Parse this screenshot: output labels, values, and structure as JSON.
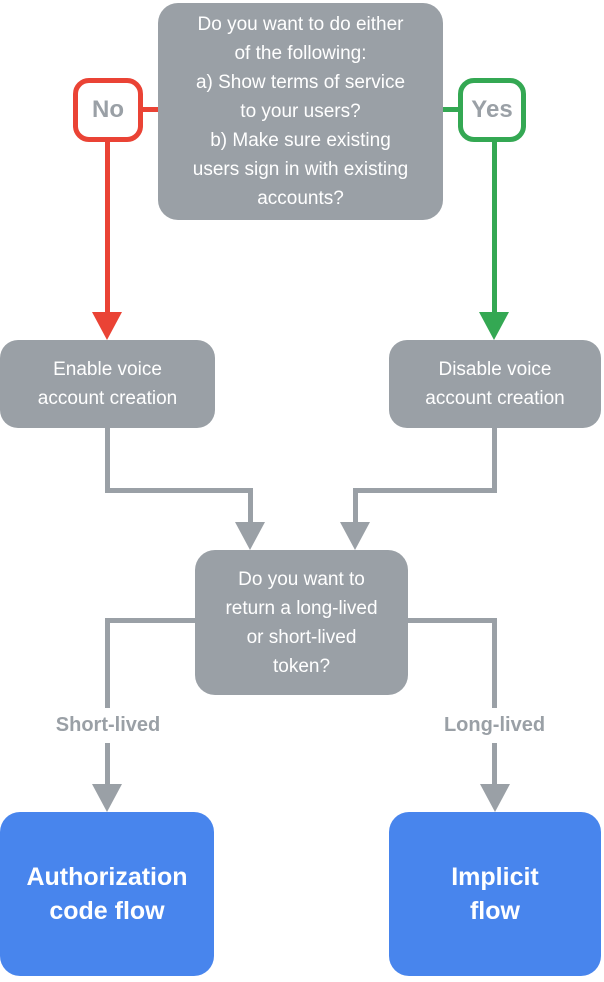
{
  "colors": {
    "gray": "#9AA0A6",
    "red": "#EA4335",
    "green": "#34A853",
    "blue": "#4885ED"
  },
  "flowchart": {
    "top_question": "Do you want to do either\nof the following:\na) Show terms of service\nto your users?\nb) Make sure existing\nusers sign in with existing\naccounts?",
    "no_label": "No",
    "yes_label": "Yes",
    "enable_node": "Enable voice\naccount creation",
    "disable_node": "Disable voice\naccount creation",
    "token_question": "Do you want to\nreturn a long-lived\nor short-lived\ntoken?",
    "short_lived_label": "Short-lived",
    "long_lived_label": "Long-lived",
    "authorization_node": "Authorization\ncode flow",
    "implicit_node": "Implicit\nflow"
  }
}
